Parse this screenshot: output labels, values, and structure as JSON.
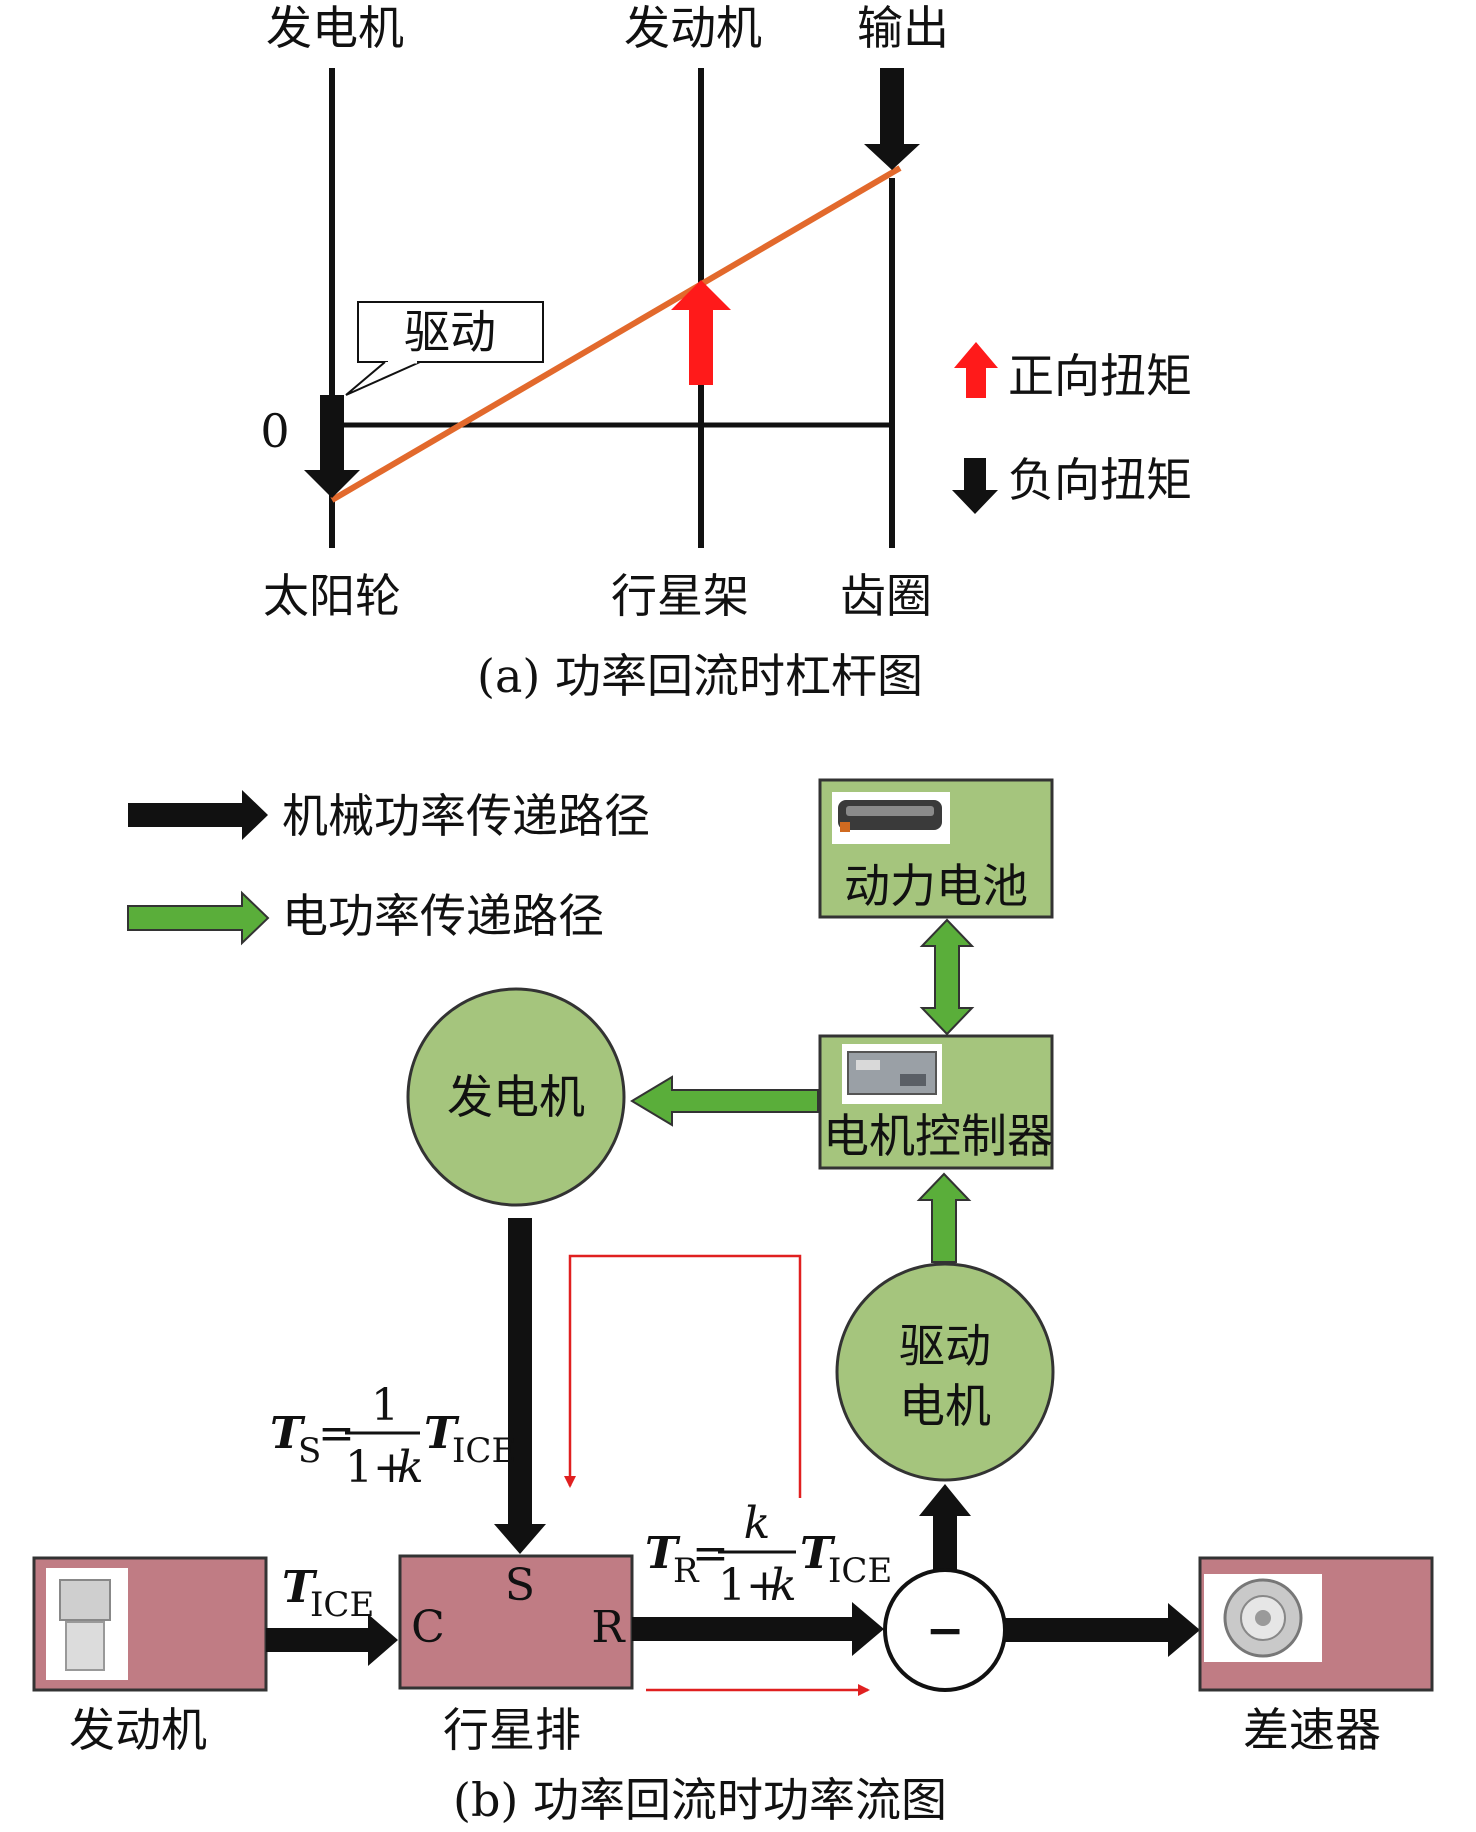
{
  "lever_diagram": {
    "top_labels": {
      "generator": "发电机",
      "engine": "发动机",
      "output": "输出"
    },
    "bottom_labels": {
      "sun_gear": "太阳轮",
      "carrier": "行星架",
      "ring_gear": "齿圈"
    },
    "zero_label": "0",
    "callout": "驱动",
    "legend": {
      "positive_torque": "正向扭矩",
      "negative_torque": "负向扭矩"
    },
    "caption": "(a) 功率回流时杠杆图"
  },
  "flow_diagram": {
    "legend": {
      "mechanical_path": "机械功率传递路径",
      "electrical_path": "电功率传递路径"
    },
    "nodes": {
      "battery": "动力电池",
      "motor_controller": "电机控制器",
      "generator": "发电机",
      "drive_motor_line1": "驱动",
      "drive_motor_line2": "电机",
      "engine": "发动机",
      "planetary": "行星排",
      "differential": "差速器"
    },
    "ports": {
      "c": "C",
      "s": "S",
      "r": "R"
    },
    "formula_ts": {
      "symbol": "T",
      "sub": "S",
      "eq": "=",
      "num": "1",
      "den_a": "1+",
      "den_k": "k",
      "rhs": "T",
      "rhs_sub": "ICE"
    },
    "formula_tice": {
      "symbol": "T",
      "sub": "ICE"
    },
    "formula_tr": {
      "symbol": "T",
      "sub": "R",
      "eq": "=",
      "num": "k",
      "den_a": "1+",
      "den_k": "k",
      "rhs": "T",
      "rhs_sub": "ICE"
    },
    "junction_symbol": "−",
    "caption": "(b) 功率回流时功率流图"
  },
  "colors": {
    "lever_line": "#e2692c",
    "positive_arrow": "#ff1a1a",
    "negative_arrow": "#111111",
    "green_fill": "#a5c57d",
    "green_arrow": "#5aae3a",
    "block_fill": "#c07c84",
    "return_line": "#e02020"
  }
}
